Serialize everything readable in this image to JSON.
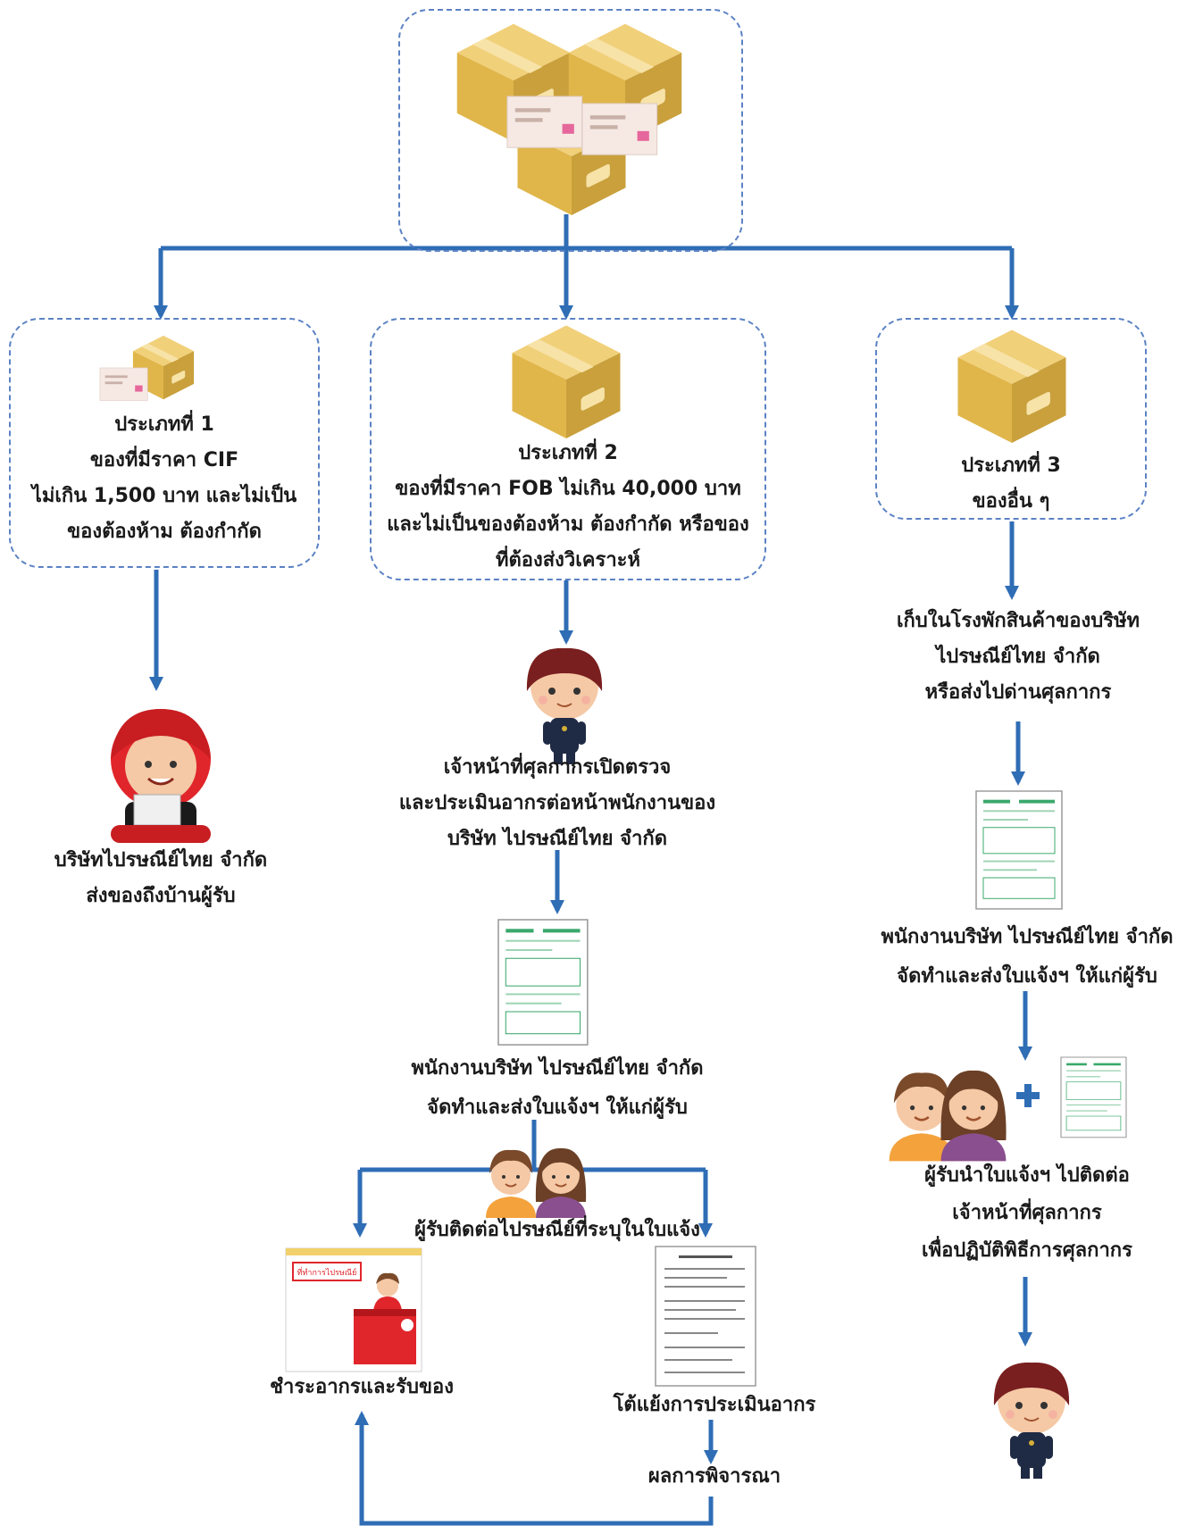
{
  "colors": {
    "arrow": "#2f6db5",
    "box_border": "#5b82c4",
    "parcel": "#e8c25a",
    "form_green": "#3aa86b"
  },
  "type1": {
    "title": "ประเภทที่ 1",
    "desc": [
      "ของที่มีราคา CIF",
      "ไม่เกิน 1,500 บาท และไม่เป็น",
      "ของต้องห้าม ต้องกำกัด"
    ]
  },
  "type2": {
    "title": "ประเภทที่ 2",
    "desc": [
      "ของที่มีราคา FOB ไม่เกิน 40,000 บาท",
      "และไม่เป็นของต้องห้าม ต้องกำกัด หรือของ",
      "ที่ต้องส่งวิเคราะห์"
    ]
  },
  "type3": {
    "title": "ประเภทที่ 3",
    "desc": [
      "ของอื่น ๆ"
    ]
  },
  "col1": {
    "delivery": [
      "บริษัทไปรษณีย์ไทย จำกัด",
      "ส่งของถึงบ้านผู้รับ"
    ]
  },
  "col2": {
    "inspect": [
      "เจ้าหน้าที่ศุลกากรเปิดตรวจ",
      "และประเมินอากรต่อหน้าพนักงานของ",
      "บริษัท ไปรษณีย์ไทย จำกัด"
    ],
    "notice": [
      "พนักงานบริษัท ไปรษณีย์ไทย จำกัด",
      "จัดทำและส่งใบแจ้งฯ ให้แก่ผู้รับ"
    ],
    "contact": "ผู้รับติดต่อไปรษณีย์ที่ระบุในใบแจ้ง",
    "counter_sign": "ที่ทำการไปรษณีย์",
    "pay": "ชำระอากรและรับของ",
    "appeal": "โต้แย้งการประเมินอากร",
    "result": "ผลการพิจารณา"
  },
  "col3": {
    "store": [
      "เก็บในโรงพักสินค้าของบริษัท",
      "ไปรษณีย์ไทย จำกัด",
      "หรือส่งไปด่านศุลกากร"
    ],
    "notice": [
      "พนักงานบริษัท ไปรษณีย์ไทย จำกัด",
      "จัดทำและส่งใบแจ้งฯ ให้แก่ผู้รับ"
    ],
    "contact": [
      "ผู้รับนำใบแจ้งฯ ไปติดต่อ",
      "เจ้าหน้าที่ศุลกากร",
      "เพื่อปฏิบัติพิธีการศุลกากร"
    ]
  },
  "icons": [
    "parcels-with-letters-icon",
    "parcel-with-letter-icon",
    "parcel-icon",
    "courier-mascot-icon",
    "customs-officer-icon",
    "customs-form-icon",
    "recipients-icon",
    "plus-icon",
    "post-office-counter-icon",
    "appeal-document-icon"
  ]
}
